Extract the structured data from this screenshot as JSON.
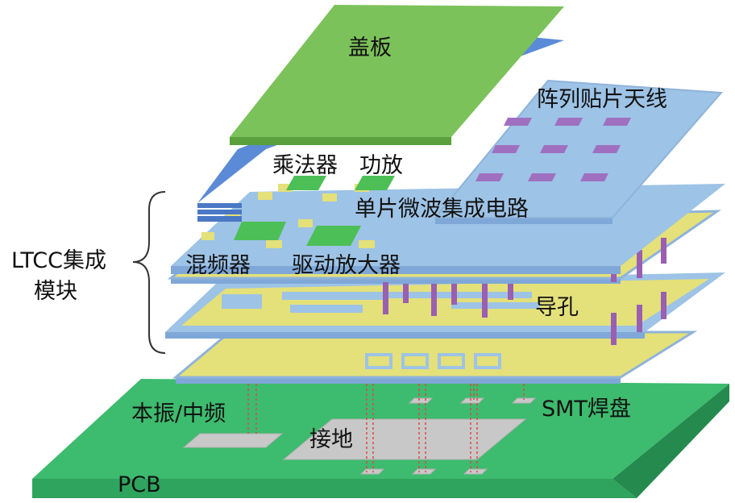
{
  "labels": {
    "cover": "盖板",
    "antenna": "阵列贴片天线",
    "multiplier": "乘法器",
    "power_amp": "功放",
    "mmic": "单片微波集成电路",
    "ltcc_line1": "LTCC集成",
    "ltcc_line2": "模块",
    "mixer": "混频器",
    "driver_amp": "驱动放大器",
    "via": "导孔",
    "lo_if": "本振/中频",
    "smt_pad": "SMT焊盘",
    "ground": "接地",
    "pcb": "PCB"
  },
  "colors": {
    "cover": "#7cc25a",
    "blue_layer": "#9dc3e6",
    "yellow_layer": "#e4e07a",
    "pcb": "#3dbb6e",
    "patch": "#a070c0",
    "via": "#9a5fb0",
    "chip": "#4cbf56",
    "pad": "#c8c8c8",
    "wire_dash": "#e04848"
  }
}
